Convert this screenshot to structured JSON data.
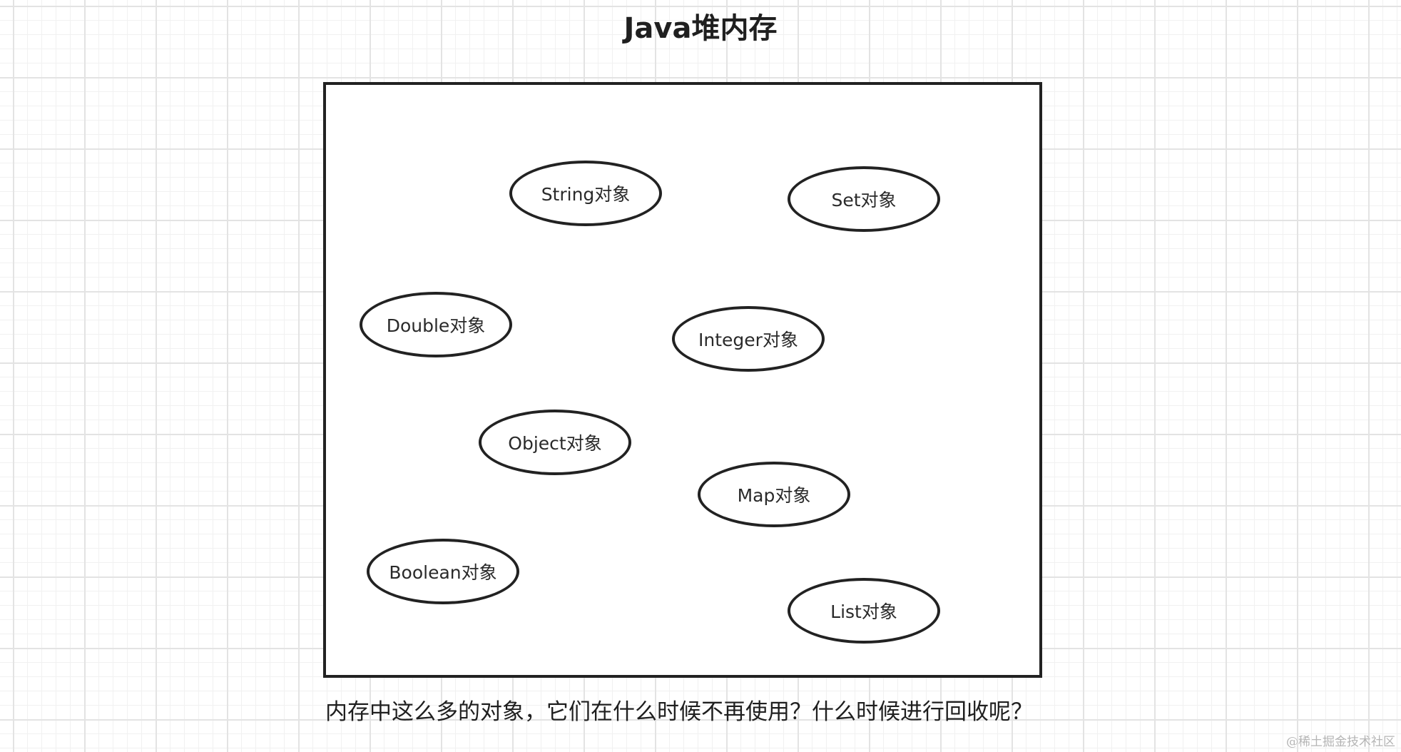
{
  "title": "Java堆内存",
  "heap_objects": [
    "String对象",
    "Set对象",
    "Double对象",
    "Integer对象",
    "Object对象",
    "Map对象",
    "Boolean对象",
    "List对象"
  ],
  "question": "内存中这么多的对象，它们在什么时候不再使用？什么时候进行回收呢？",
  "watermark": "@稀土掘金技术社区"
}
